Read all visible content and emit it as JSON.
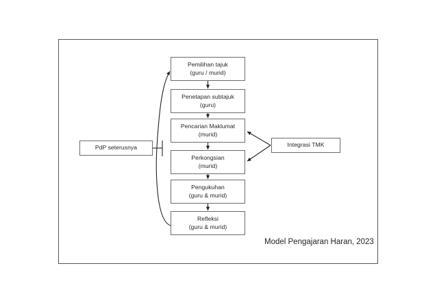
{
  "diagram": {
    "caption": "Model Pengajaran Haran, 2023",
    "colors": {
      "frame_border": "#555555",
      "node_border": "#6b6b6b",
      "text": "#231f20",
      "background": "#ffffff",
      "connector": "#231f20"
    },
    "flow_nodes": [
      {
        "id": "pemilihan",
        "line1": "Pemilihan tajuk",
        "line2": "(guru / murid)"
      },
      {
        "id": "penetapan",
        "line1": "Penetapan subtajuk",
        "line2": "(guru)"
      },
      {
        "id": "pencarian",
        "line1": "Pencarian Maklumat",
        "line2": "(murid)"
      },
      {
        "id": "perkongsian",
        "line1": "Perkongsian",
        "line2": "(murid)"
      },
      {
        "id": "pengukuhan",
        "line1": "Pengukuhan",
        "line2": "(guru & murid)"
      },
      {
        "id": "refleksi",
        "line1": "Refleksi",
        "line2": "(guru & murid)"
      }
    ],
    "side_nodes": {
      "left": {
        "id": "pdp",
        "label": "PdP seterusnya"
      },
      "right": {
        "id": "integrasi",
        "label": "Integrasi TMK"
      }
    },
    "connectors": [
      {
        "name": "pemilihan-to-penetapan",
        "type": "arrow-down"
      },
      {
        "name": "penetapan-to-pencarian",
        "type": "arrow-down"
      },
      {
        "name": "pencarian-to-perkongsian",
        "type": "arrow-down"
      },
      {
        "name": "perkongsian-to-pengukuhan",
        "type": "arrow-down"
      },
      {
        "name": "pengukuhan-to-refleksi",
        "type": "arrow-down"
      },
      {
        "name": "refleksi-to-pemilihan",
        "type": "curved-feedback-arrow"
      },
      {
        "name": "pdp-to-feedback-curve",
        "type": "line"
      },
      {
        "name": "integrasi-to-pencarian",
        "type": "arrow-diagonal"
      },
      {
        "name": "integrasi-to-perkongsian",
        "type": "arrow-diagonal"
      }
    ]
  }
}
